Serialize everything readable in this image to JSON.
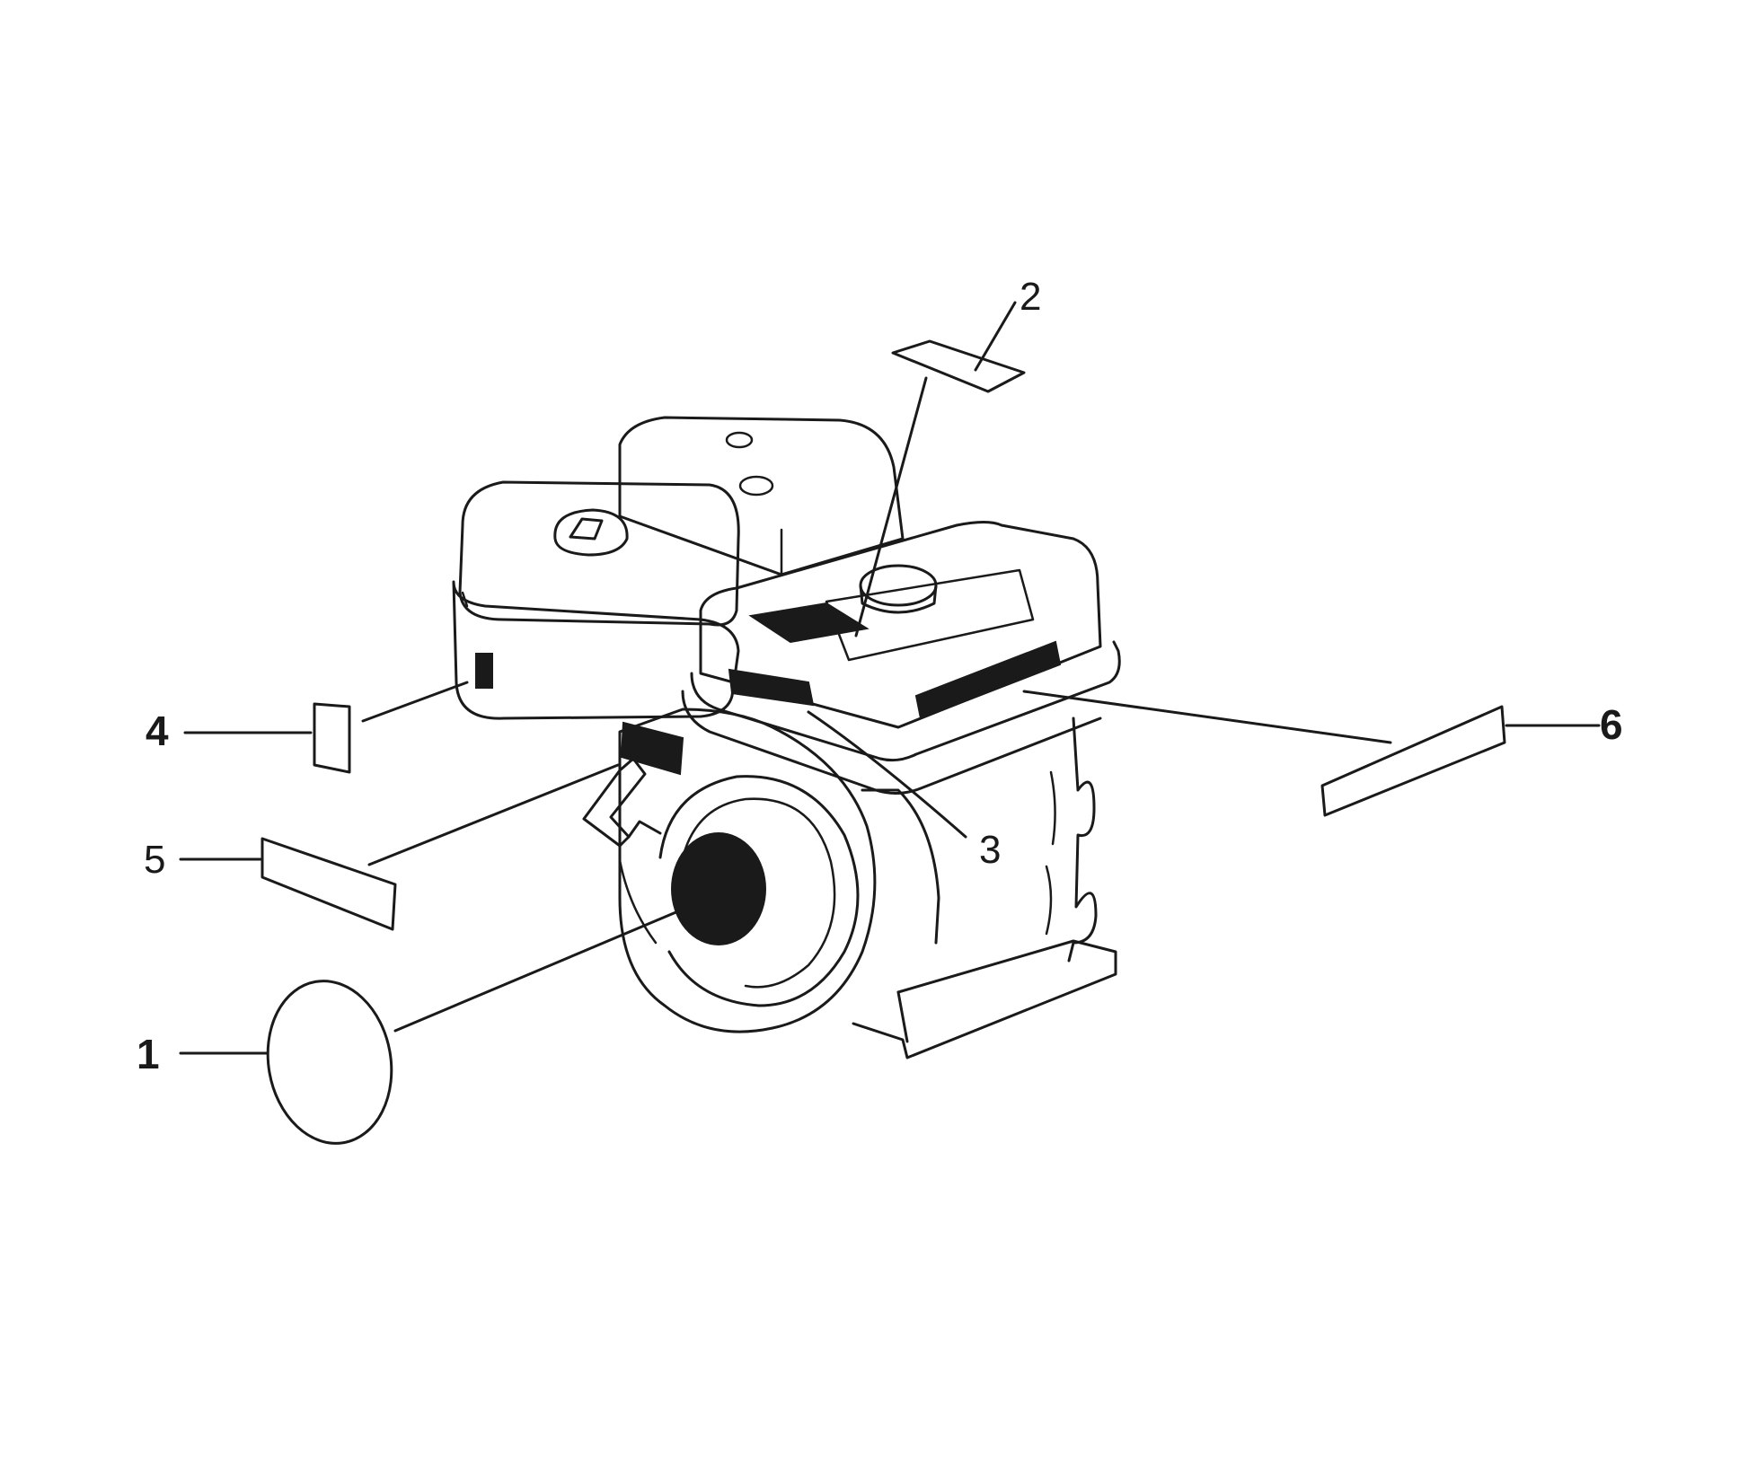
{
  "callouts": [
    {
      "id": "1",
      "label": "1",
      "bold": true
    },
    {
      "id": "2",
      "label": "2",
      "bold": false
    },
    {
      "id": "3",
      "label": "3",
      "bold": false
    },
    {
      "id": "4",
      "label": "4",
      "bold": true
    },
    {
      "id": "5",
      "label": "5",
      "bold": false
    },
    {
      "id": "6",
      "label": "6",
      "bold": true
    }
  ],
  "colors": {
    "ink": "#1a1a1a",
    "background": "#ffffff"
  }
}
